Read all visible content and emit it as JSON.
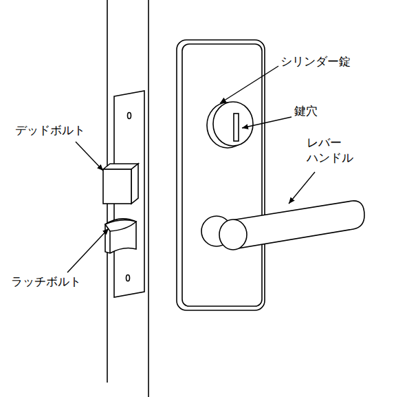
{
  "diagram": {
    "labels": [
      "シリンダー錠",
      "鍵穴",
      "レバー ハンドル",
      "デッドボルト",
      "ラッチボルト"
    ]
  }
}
